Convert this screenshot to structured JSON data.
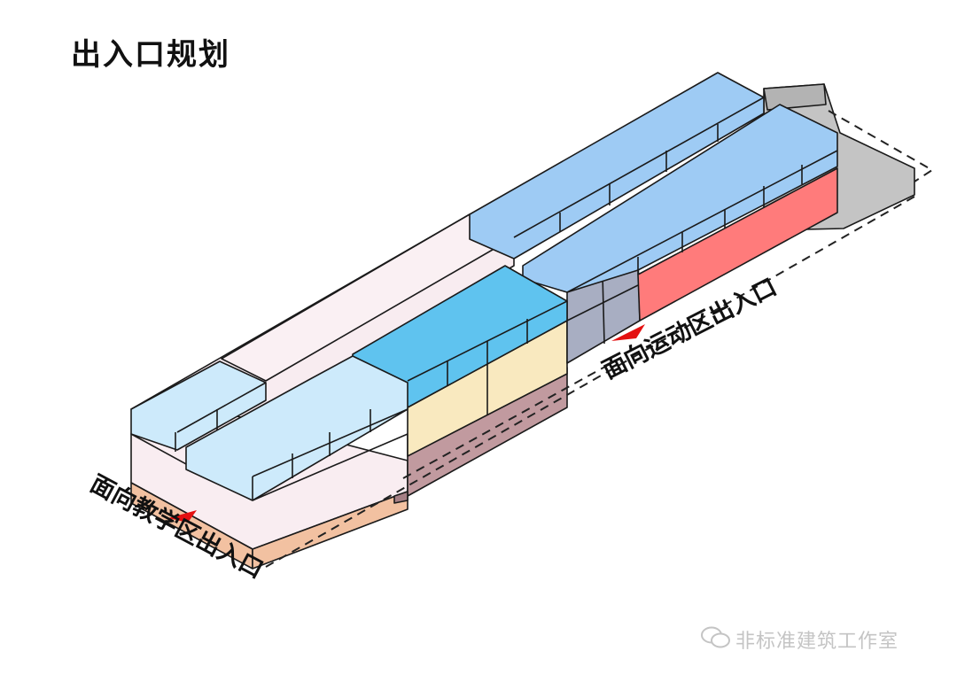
{
  "title": "出入口规划",
  "labels": {
    "teaching_entrance": "面向教学区出入口",
    "sports_entrance": "面向运动区出入口"
  },
  "watermark": "非标准建筑工作室",
  "colors": {
    "light_blue": "#cdeafb",
    "mid_blue": "#5fc3ef",
    "blue": "#9ecbf4",
    "pale_pink": "#f8ecf0",
    "orange_base": "#f2c1a1",
    "yellow": "#f9e9bf",
    "mauve": "#c19a9f",
    "grey": "#c4c4c4",
    "red_wall": "#ff7b7b",
    "arrow_red": "#e41010",
    "slate": "#a8aec2"
  },
  "icons": [
    "entrance-arrow-icon",
    "wechat-icon"
  ]
}
